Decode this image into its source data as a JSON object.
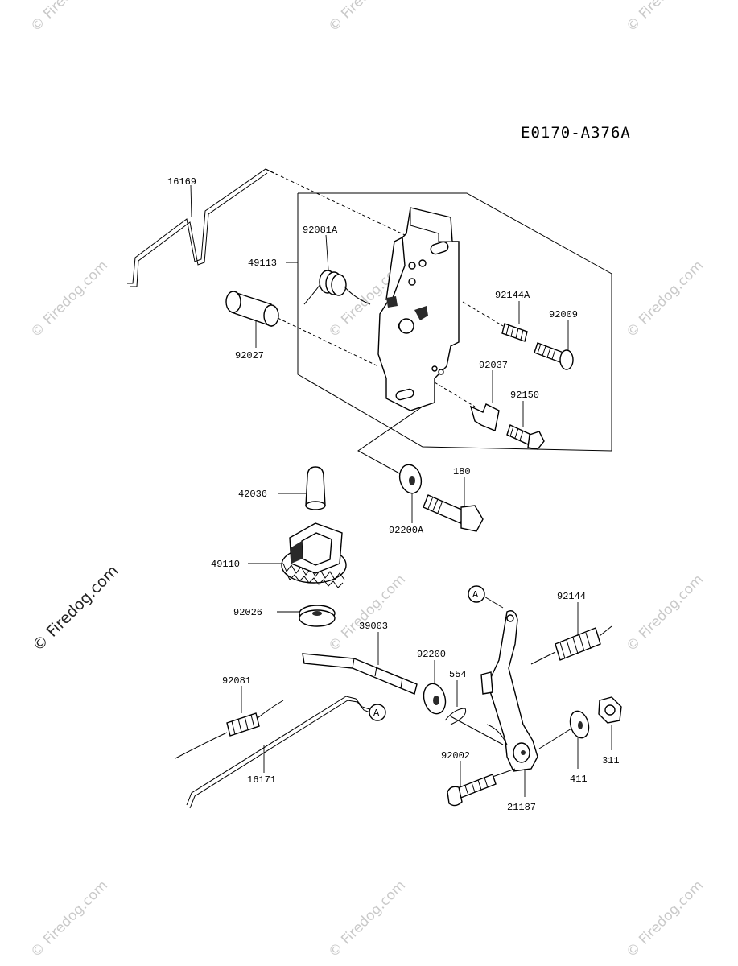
{
  "diagram": {
    "code": "E0170-A376A",
    "watermark": "© Firedog.com",
    "callout_marker": "A",
    "parts": {
      "p16169": "16169",
      "p92081A": "92081A",
      "p49113": "49113",
      "p92027": "92027",
      "p92144A": "92144A",
      "p92009": "92009",
      "p92037": "92037",
      "p92150": "92150",
      "p180": "180",
      "p42036": "42036",
      "p92200A": "92200A",
      "p49110": "49110",
      "p92026": "92026",
      "p39003": "39003",
      "p92200": "92200",
      "p554": "554",
      "p92144": "92144",
      "p92081": "92081",
      "p16171": "16171",
      "p92002": "92002",
      "p411": "411",
      "p311": "311",
      "p21187": "21187"
    }
  }
}
